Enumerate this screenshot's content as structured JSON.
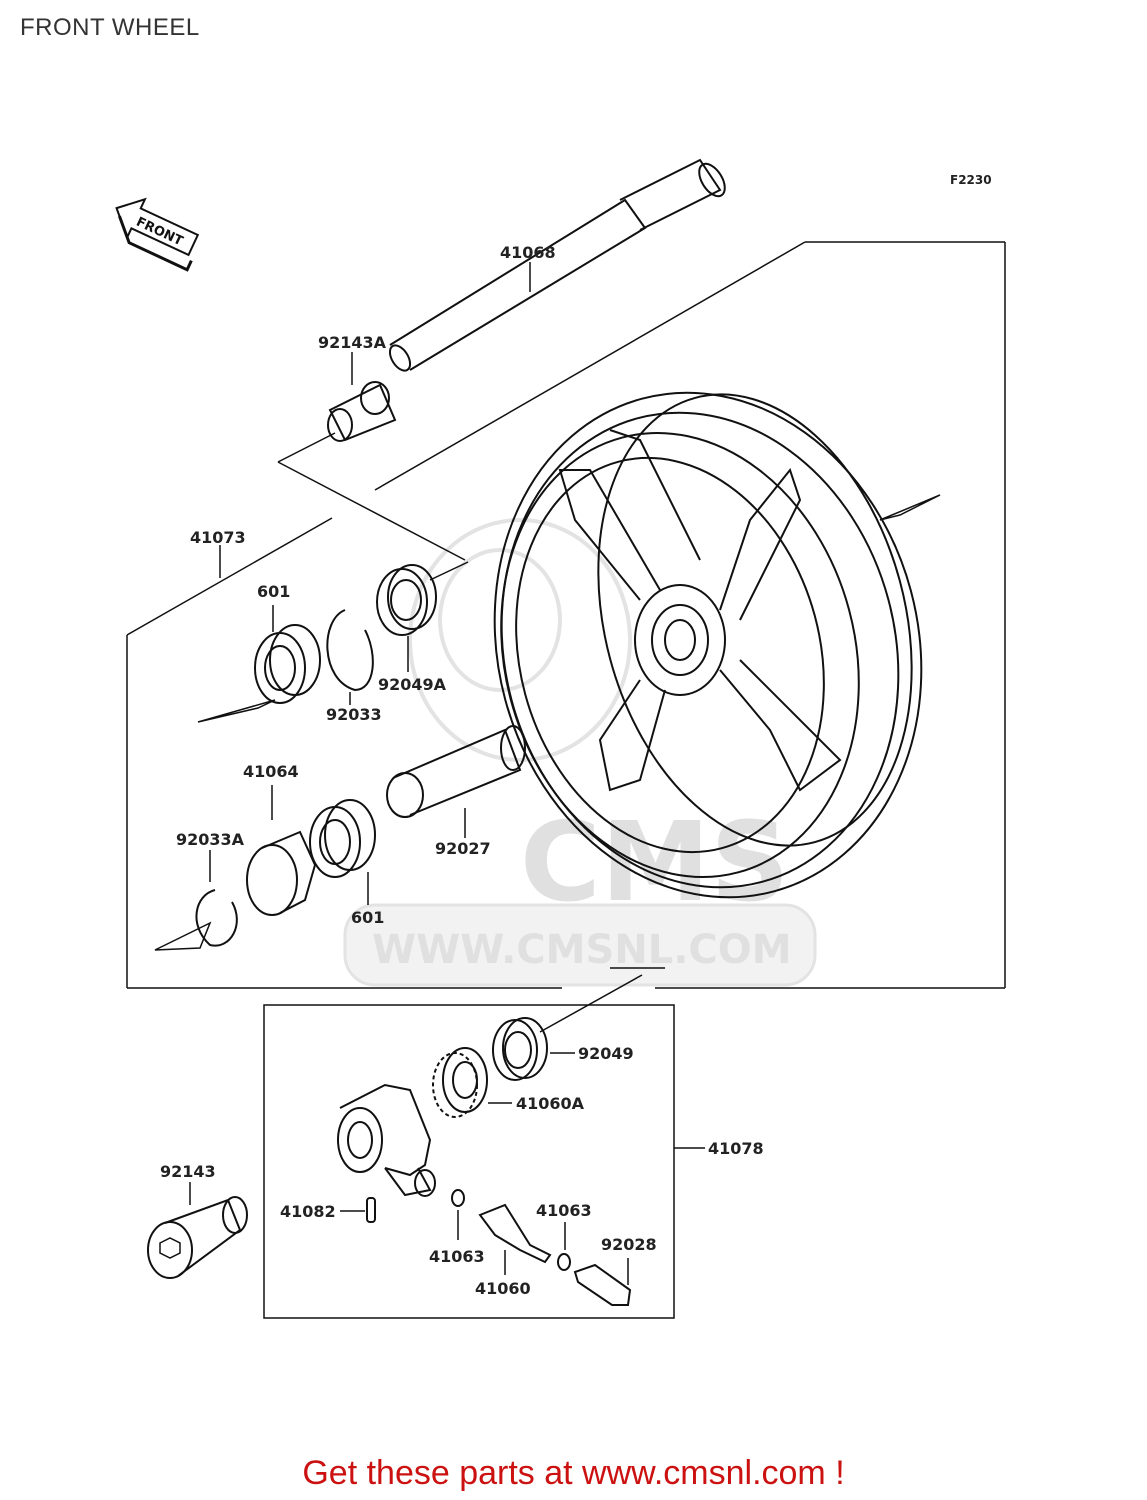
{
  "title": "FRONT WHEEL",
  "figure_code": "F2230",
  "front_arrow_label": "FRONT",
  "watermark": {
    "logo_text": "CMS",
    "site_text": "WWW.CMSNL.COM"
  },
  "part_labels": {
    "p41068": "41068",
    "p92143A": "92143A",
    "p41073": "41073",
    "p601_top": "601",
    "p92033": "92033",
    "p92049A": "92049A",
    "p41064": "41064",
    "p92033A": "92033A",
    "p92027": "92027",
    "p601_bottom": "601",
    "p92049": "92049",
    "p41060A": "41060A",
    "p41078": "41078",
    "p92143": "92143",
    "p41082": "41082",
    "p41063_right": "41063",
    "p41063_left": "41063",
    "p92028": "92028",
    "p41060": "41060"
  },
  "promo_text": "Get these parts at www.cmsnl.com !"
}
